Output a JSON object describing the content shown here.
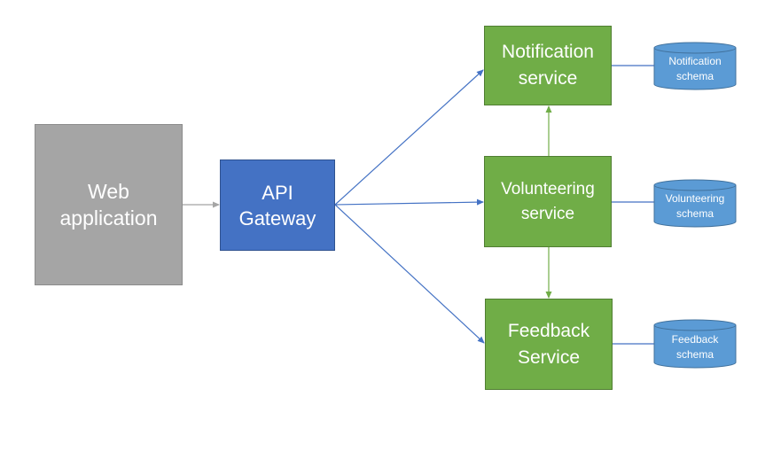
{
  "nodes": {
    "web_app": {
      "line1": "Web",
      "line2": "application"
    },
    "api_gateway": {
      "line1": "API",
      "line2": "Gateway"
    },
    "notification_service": {
      "line1": "Notification",
      "line2": "service"
    },
    "volunteering_service": {
      "line1": "Volunteering",
      "line2": "service"
    },
    "feedback_service": {
      "line1": "Feedback",
      "line2": "Service"
    }
  },
  "databases": {
    "notification_schema": {
      "line1": "Notification",
      "line2": "schema"
    },
    "volunteering_schema": {
      "line1": "Volunteering",
      "line2": "schema"
    },
    "feedback_schema": {
      "line1": "Feedback",
      "line2": "schema"
    }
  },
  "colors": {
    "web_app_fill": "#a5a5a5",
    "api_gateway_fill": "#4472c4",
    "service_fill": "#70ad47",
    "database_fill": "#5b9bd5",
    "blue_arrow": "#4472c4",
    "green_arrow": "#70ad47",
    "gray_arrow": "#a5a5a5"
  }
}
